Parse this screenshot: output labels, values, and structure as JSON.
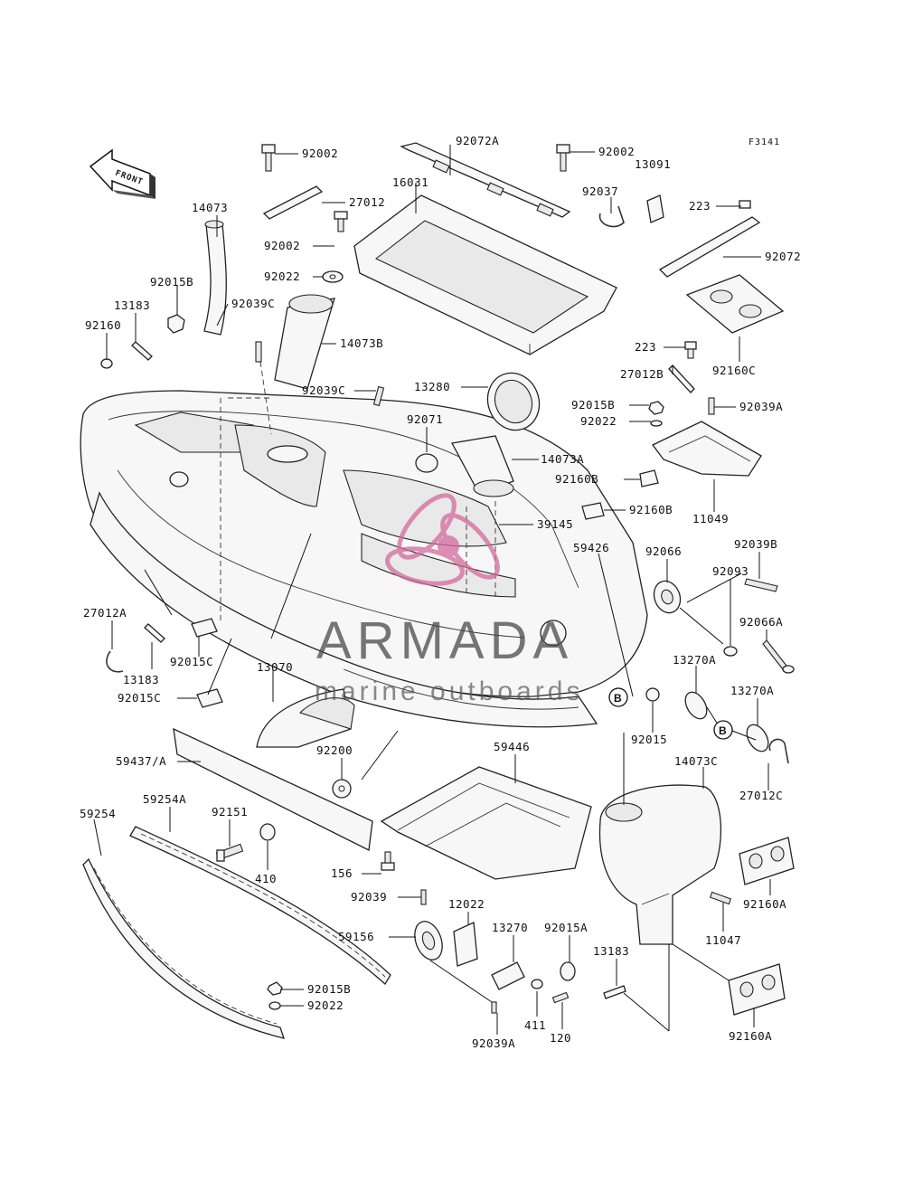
{
  "diagram_code": "F3141",
  "front_label": "FRONT",
  "callout_letter": "B",
  "watermark": {
    "brand": "ARMADA",
    "tagline": "marine outboards",
    "color": "#d46a9e"
  },
  "parts": {
    "p92002_a": "92002",
    "p27012": "27012",
    "p92072A": "92072A",
    "p92002_b": "92002",
    "p13091": "13091",
    "p16031": "16031",
    "p92037": "92037",
    "p14073": "14073",
    "p223_a": "223",
    "p92002_c": "92002",
    "p92072": "92072",
    "p92022_a": "92022",
    "p92015B_a": "92015B",
    "p92039C_a": "92039C",
    "p13183_a": "13183",
    "p14073B": "14073B",
    "p92160_a": "92160",
    "p92160C": "92160C",
    "p223_b": "223",
    "p27012B": "27012B",
    "p13280": "13280",
    "p92039C_b": "92039C",
    "p92015B_b": "92015B",
    "p92039A_a": "92039A",
    "p92071": "92071",
    "p92022_b": "92022",
    "p14073A": "14073A",
    "p92160B_a": "92160B",
    "p92160B_b": "92160B",
    "p39145": "39145",
    "p11049": "11049",
    "p59426": "59426",
    "p92066": "92066",
    "p92039B": "92039B",
    "p92093": "92093",
    "p27012A": "27012A",
    "p92066A": "92066A",
    "p92015C_a": "92015C",
    "p13270A_a": "13270A",
    "p13070": "13070",
    "p13183_b": "13183",
    "p92015C_b": "92015C",
    "p13270A_b": "13270A",
    "p92015": "92015",
    "p92200": "92200",
    "p27012C": "27012C",
    "p59437": "59437/A",
    "p59446": "59446",
    "p14073C": "14073C",
    "p59254": "59254",
    "p59254A": "59254A",
    "p92151": "92151",
    "p410": "410",
    "p156": "156",
    "p92160A_a": "92160A",
    "p92039": "92039",
    "p11047": "11047",
    "p12022": "12022",
    "p59156": "59156",
    "p13270": "13270",
    "p92015A": "92015A",
    "p13183_c": "13183",
    "p92015B_c": "92015B",
    "p92022_c": "92022",
    "p411": "411",
    "p120": "120",
    "p92039A_b": "92039A",
    "p92160A_b": "92160A"
  }
}
